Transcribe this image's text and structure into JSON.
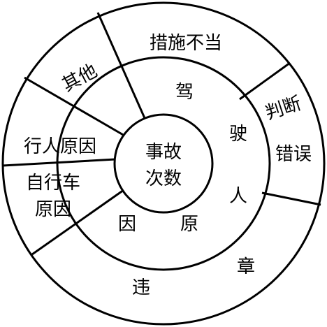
{
  "center": {
    "line1": "事故",
    "line2": "次数"
  },
  "driver_ring": {
    "chars": [
      "驾",
      "驶",
      "人",
      "原",
      "因"
    ]
  },
  "outer_sectors": {
    "misjudgment": {
      "line1": "判断",
      "line2": "错误"
    },
    "violation": {
      "chars": [
        "章",
        "违"
      ]
    },
    "bicycle": {
      "line1": "自行车",
      "line2": "原因"
    },
    "pedestrian": {
      "label": "行人原因"
    },
    "other": {
      "label": "其他"
    },
    "improper_measures": {
      "label": "措施不当"
    }
  },
  "colors": {
    "stroke": "#000000",
    "background": "#ffffff"
  }
}
